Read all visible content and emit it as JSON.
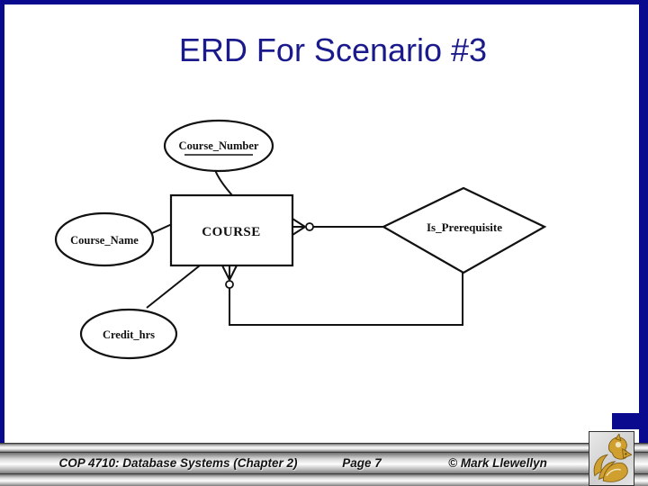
{
  "slide": {
    "title": "ERD For Scenario #3"
  },
  "diagram": {
    "entity_label": "COURSE",
    "relationship_label": "Is_Prerequisite",
    "attr_course_number": "Course_Number",
    "attr_course_name": "Course_Name",
    "attr_credit_hrs": "Credit_hrs",
    "notation": "crow-foot with zero-circle (zero-or-many) on both relationship ends"
  },
  "footer": {
    "course": "COP 4710: Database Systems  (Chapter 2)",
    "page": "Page 7",
    "copyright": "© Mark Llewellyn"
  },
  "icons": {
    "logo": "ucf-pegasus-logo"
  },
  "colors": {
    "border_navy": "#0a0a8f",
    "title_navy": "#1a1a8c",
    "diagram_stroke": "#111111",
    "logo_gold": "#cf9f2f",
    "footer_gray_light": "#fdfdfd",
    "footer_gray_dark": "#6f6f6f"
  }
}
